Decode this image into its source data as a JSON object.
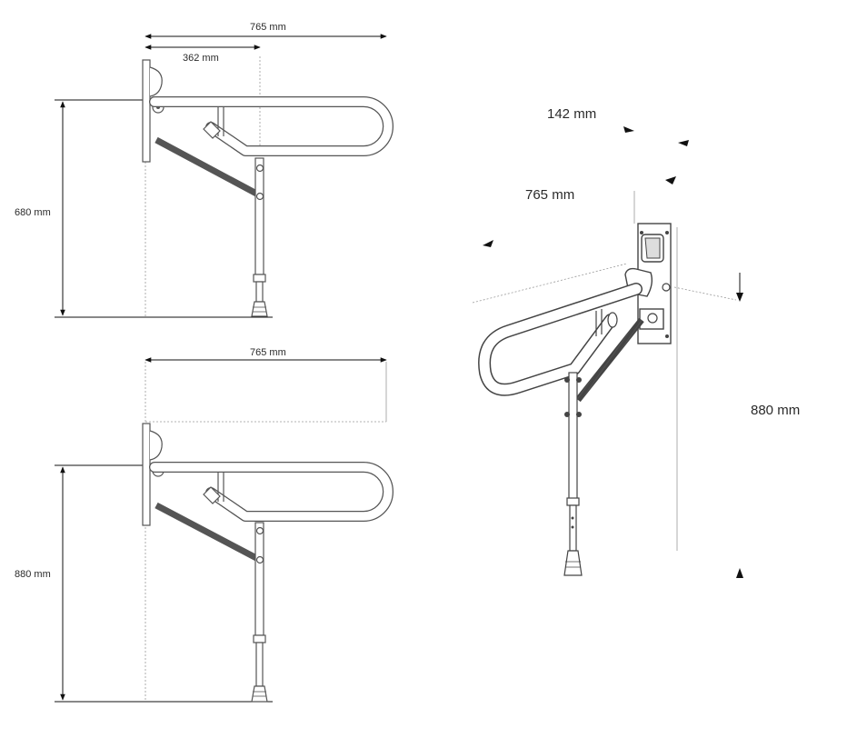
{
  "top_view": {
    "dim_width": "765 mm",
    "dim_reach": "362 mm",
    "dim_height": "680 mm"
  },
  "bottom_view": {
    "dim_width": "765 mm",
    "dim_height": "880 mm"
  },
  "perspective_view": {
    "dim_depth": "142 mm",
    "dim_width": "765 mm",
    "dim_height": "880 mm"
  },
  "colors": {
    "line": "#555555",
    "dim": "#111111",
    "ext": "#9a9a9a",
    "fill": "#ffffff"
  },
  "icons": [
    "wall-plate-icon",
    "grab-bar-icon",
    "support-leg-icon",
    "arrow-head-icon"
  ]
}
